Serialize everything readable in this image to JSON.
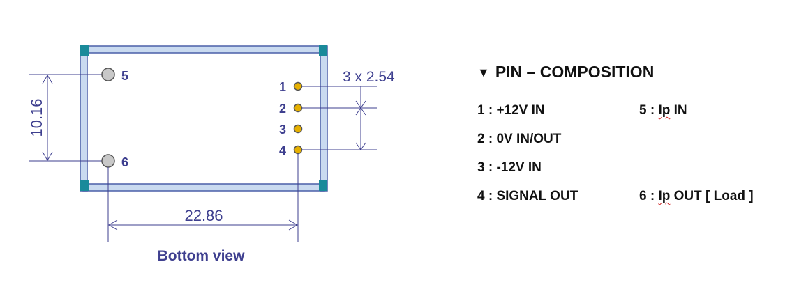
{
  "diagram": {
    "view_label": "Bottom view",
    "dimensions": {
      "height": "10.16",
      "width": "22.86",
      "pitch": "3 x 2.54"
    },
    "pin_labels": [
      "1",
      "2",
      "3",
      "4",
      "5",
      "6"
    ]
  },
  "legend": {
    "title_marker": "▼",
    "title": "PIN – COMPOSITION",
    "entries": {
      "pin1": {
        "prefix": "1 : ",
        "text": "+12V IN"
      },
      "pin2": {
        "prefix": "2 : ",
        "text": "0V IN/OUT"
      },
      "pin3": {
        "prefix": "3 : ",
        "text": "-12V IN"
      },
      "pin4": {
        "prefix": "4 : ",
        "text": "SIGNAL OUT"
      },
      "pin5": {
        "prefix": "5 : ",
        "word": "Ip",
        "text": " IN"
      },
      "pin6": {
        "prefix": "6 : ",
        "word": "Ip",
        "text": " OUT [ Load ]"
      }
    }
  },
  "colors": {
    "frame_fill": "#c9daf0",
    "frame_stroke": "#4a5fa8",
    "corner": "#1a8a9a",
    "pin_gold": "#e6b000",
    "pin_gray": "#c8c8c8",
    "dim_line": "#3e3f8f"
  }
}
